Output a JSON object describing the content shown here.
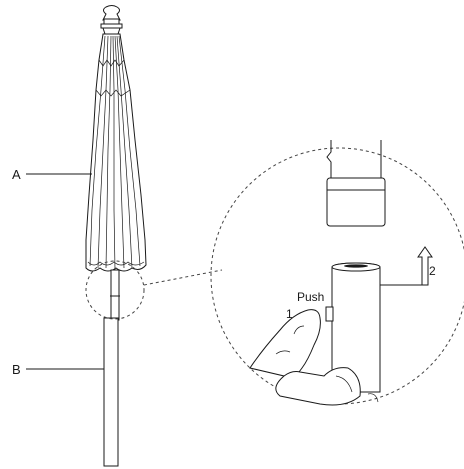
{
  "labels": {
    "part_a": "A",
    "part_b": "B",
    "step_1": "1",
    "step_2": "2",
    "push": "Push"
  },
  "colors": {
    "line": "#1a1a1a",
    "background": "#ffffff"
  }
}
